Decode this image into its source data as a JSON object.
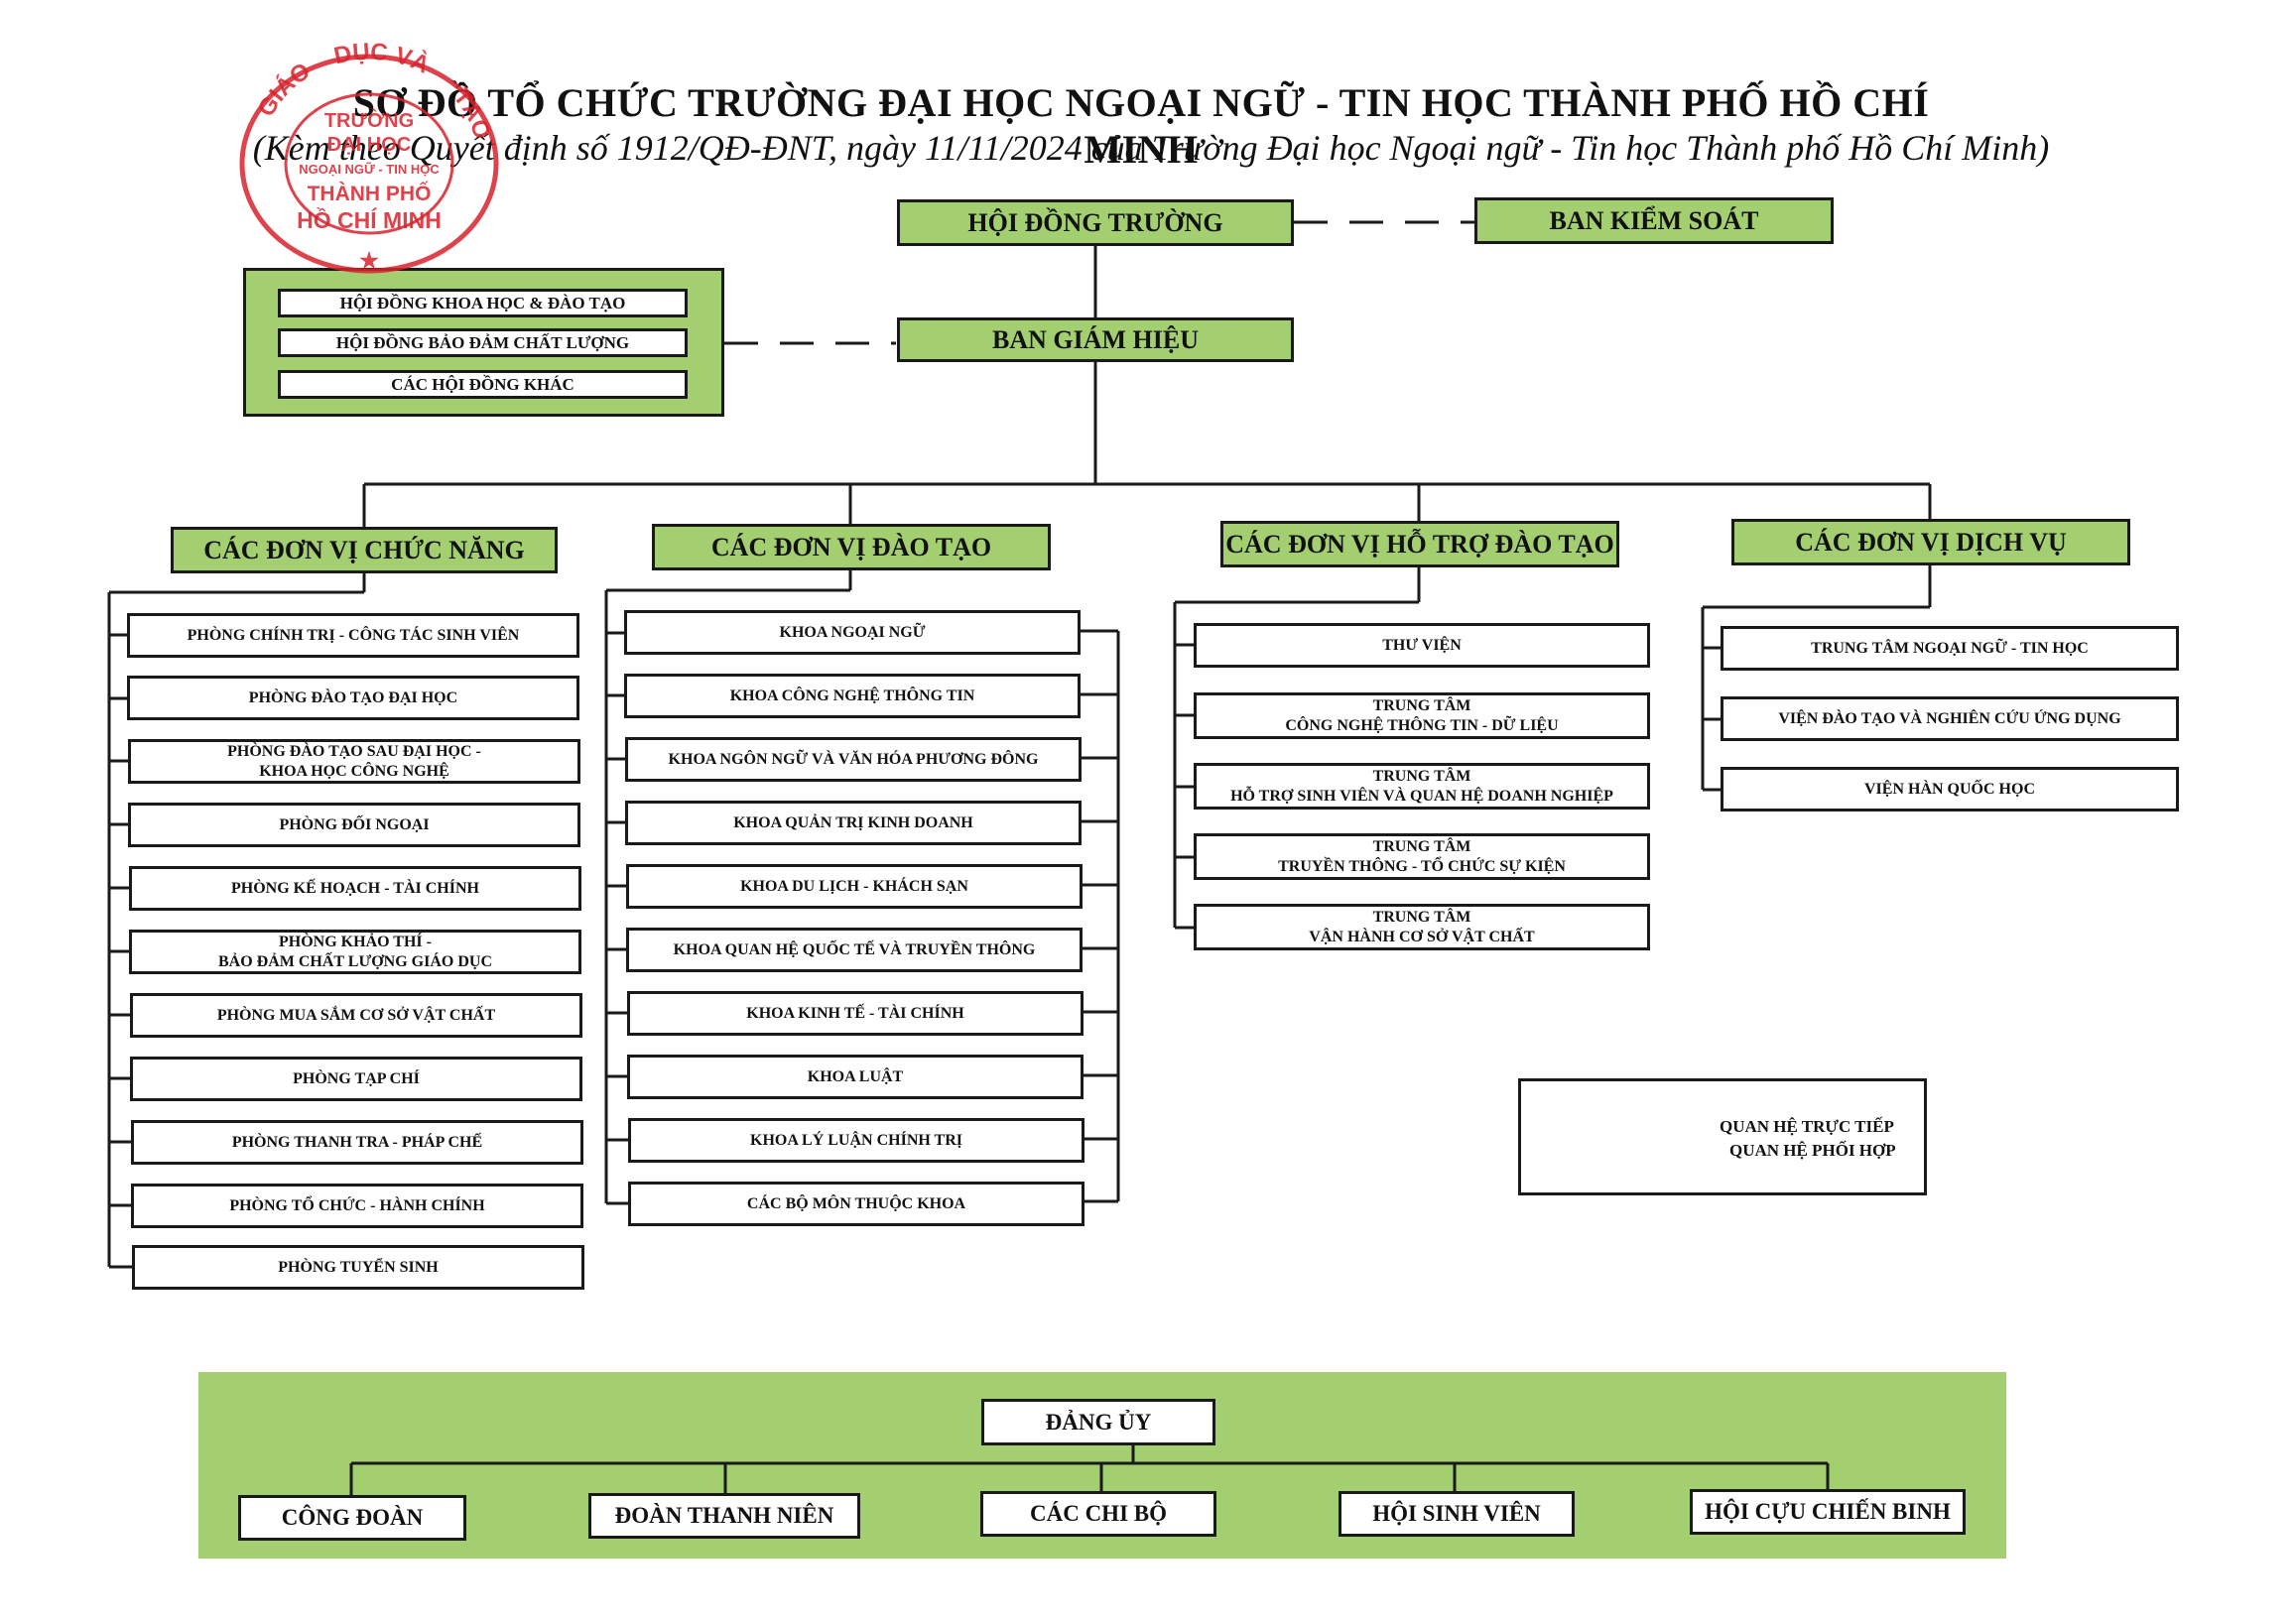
{
  "title": "SƠ ĐỒ TỔ CHỨC TRƯỜNG ĐẠI  HỌC NGOẠI NGỮ - TIN HỌC THÀNH PHỐ HỒ CHÍ MINH",
  "subtitle": "(Kèm theo Quyết định số 1912/QĐ-ĐNT, ngày 11/11/2024 của Trường Đại học Ngoại ngữ - Tin học Thành phố Hồ Chí Minh)",
  "seal": {
    "text_top": "DỤC VÀ",
    "text_left": "GIÁO",
    "text_right": "TẠO",
    "center_lines": [
      "TRƯỜNG",
      "ĐẠI HỌC",
      "NGOẠI NGỮ - TIN HỌC",
      "THÀNH PHỐ",
      "HỒ CHÍ MINH"
    ],
    "color": "#d9232d"
  },
  "colors": {
    "green": "#a4cf70",
    "line": "#1a1a1a"
  },
  "top": {
    "hoi_dong_truong": "HỘI ĐỒNG TRƯỜNG",
    "ban_kiem_soat": "BAN KIỂM SOÁT",
    "ban_giam_hieu": "BAN GIÁM HIỆU"
  },
  "councils": [
    "HỘI ĐỒNG KHOA HỌC & ĐÀO TẠO",
    "HỘI ĐỒNG BẢO ĐẢM CHẤT LƯỢNG",
    "CÁC HỘI ĐỒNG KHÁC"
  ],
  "groups": [
    {
      "header": "CÁC ĐƠN VỊ CHỨC NĂNG",
      "items": [
        "PHÒNG CHÍNH TRỊ - CÔNG TÁC SINH VIÊN",
        "PHÒNG ĐÀO TẠO ĐẠI HỌC",
        "PHÒNG ĐÀO TẠO SAU ĐẠI HỌC -\nKHOA HỌC CÔNG NGHỆ",
        "PHÒNG ĐỐI NGOẠI",
        "PHÒNG KẾ HOẠCH - TÀI CHÍNH",
        "PHÒNG KHẢO THÍ -\nBẢO ĐẢM CHẤT LƯỢNG GIÁO DỤC",
        "PHÒNG MUA SẮM CƠ SỞ VẬT CHẤT",
        "PHÒNG TẠP CHÍ",
        "PHÒNG THANH TRA - PHÁP CHẾ",
        "PHÒNG TỔ CHỨC - HÀNH CHÍNH",
        "PHÒNG TUYỂN SINH"
      ]
    },
    {
      "header": "CÁC ĐƠN VỊ ĐÀO TẠO",
      "items": [
        "KHOA NGOẠI NGỮ",
        "KHOA CÔNG NGHỆ THÔNG TIN",
        "KHOA NGÔN NGỮ VÀ VĂN HÓA PHƯƠNG ĐÔNG",
        "KHOA QUẢN TRỊ KINH DOANH",
        "KHOA DU LỊCH - KHÁCH SẠN",
        "KHOA QUAN HỆ QUỐC TẾ VÀ TRUYỀN THÔNG",
        "KHOA KINH TẾ - TÀI CHÍNH",
        "KHOA LUẬT",
        "KHOA LÝ LUẬN CHÍNH TRỊ",
        "CÁC BỘ MÔN THUỘC KHOA"
      ]
    },
    {
      "header": "CÁC ĐƠN VỊ HỖ TRỢ ĐÀO TẠO",
      "items": [
        "THƯ VIỆN",
        "TRUNG TÂM\nCÔNG NGHỆ THÔNG TIN - DỮ LIỆU",
        "TRUNG TÂM\nHỖ TRỢ SINH VIÊN VÀ QUAN HỆ DOANH NGHIỆP",
        "TRUNG TÂM\nTRUYỀN THÔNG - TỔ CHỨC SỰ KIỆN",
        "TRUNG TÂM\nVẬN HÀNH CƠ SỞ VẬT CHẤT"
      ]
    },
    {
      "header": "CÁC ĐƠN VỊ DỊCH VỤ",
      "items": [
        "TRUNG TÂM NGOẠI NGỮ - TIN HỌC",
        "VIỆN ĐÀO TẠO VÀ NGHIÊN CỨU ỨNG DỤNG",
        "VIỆN HÀN QUỐC HỌC"
      ]
    }
  ],
  "legend": {
    "direct": "QUAN HỆ TRỰC TIẾP",
    "coordination": "QUAN HỆ PHỐI HỢP"
  },
  "party": {
    "root": "ĐẢNG ỦY",
    "children": [
      "CÔNG ĐOÀN",
      "ĐOÀN THANH NIÊN",
      "CÁC CHI BỘ",
      "HỘI SINH VIÊN",
      "HỘI CỰU CHIẾN BINH"
    ]
  }
}
